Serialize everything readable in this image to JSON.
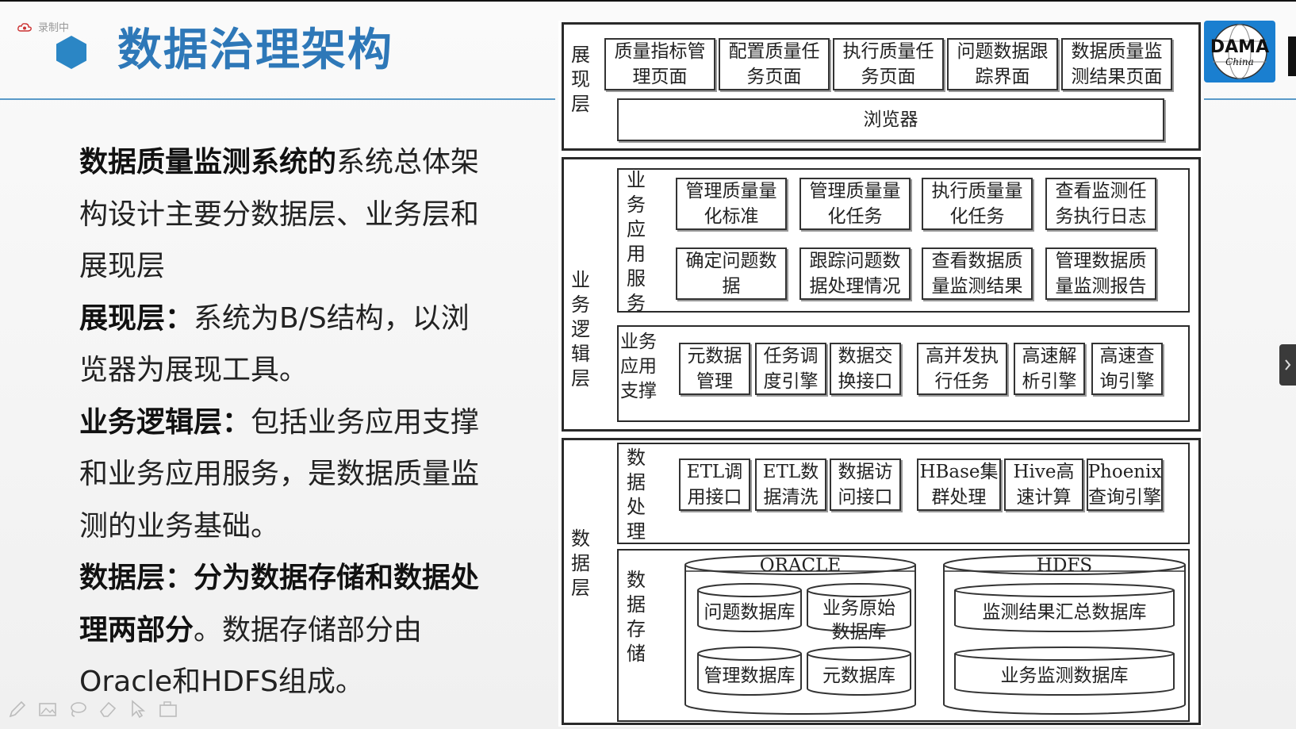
{
  "recording": {
    "label": "录制中"
  },
  "slide": {
    "title": "数据治理架构",
    "paragraphs": [
      {
        "bold": "数据质量监测系统的",
        "text": "系统总体架构设计主要分数据层、业务层和展现层"
      },
      {
        "bold": "展现层",
        "colon": "：",
        "text": "系统为B/S结构，以浏览器为展现工具。"
      },
      {
        "bold": "业务逻辑层",
        "colon": "：",
        "text": "包括业务应用支撑和业务应用服务，是数据质量监测的业务基础。"
      },
      {
        "bold": "数据层",
        "colon": "：",
        "bold2": "分为数据存储和数据处理两部分",
        "text": "。数据存储部分由Oracle和HDFS组成。"
      }
    ]
  },
  "diagram": {
    "presentation": {
      "label": "展现层",
      "pages": [
        "质量指标管理页面",
        "配置质量任务页面",
        "执行质量任务页面",
        "问题数据跟踪界面",
        "数据质量监测结果页面"
      ],
      "browser": "浏览器"
    },
    "business": {
      "label": "业务逻辑层",
      "service_label": "业务应用服务",
      "services_row1": [
        "管理质量量化标准",
        "管理质量量化任务",
        "执行质量量化任务",
        "查看监测任务执行日志"
      ],
      "services_row2": [
        "确定问题数据",
        "跟踪问题数据处理情况",
        "查看数据质量监测结果",
        "管理数据质量监测报告"
      ],
      "support_label": "业务应用支撑",
      "support": [
        "元数据管理",
        "任务调度引擎",
        "数据交换接口",
        "高并发执行任务",
        "高速解析引擎",
        "高速查询引擎"
      ]
    },
    "data": {
      "label": "数据层",
      "processing_label": "数据处理",
      "processing": [
        "ETL调用接口",
        "ETL数据清洗",
        "数据访问接口",
        "HBase集群处理",
        "Hive高速计算",
        "Phoenix查询引擎"
      ],
      "storage_label": "数据存储",
      "oracle": {
        "title": "ORACLE",
        "dbs": [
          "问题数据库",
          "业务原始数据库",
          "管理数据库",
          "元数据库"
        ]
      },
      "hdfs": {
        "title": "HDFS",
        "dbs": [
          "监测结果汇总数据库",
          "业务监测数据库"
        ]
      }
    }
  },
  "logo": {
    "main": "DAMA",
    "sub": "China"
  },
  "colors": {
    "title": "#2e78b8",
    "hexagon": "#2b86c5",
    "rule": "#5a9ac8",
    "logo_bg": "#1a7fd0"
  },
  "icons": [
    "pen-icon",
    "image-icon",
    "lasso-icon",
    "eraser-icon",
    "pointer-icon",
    "camera-icon"
  ]
}
